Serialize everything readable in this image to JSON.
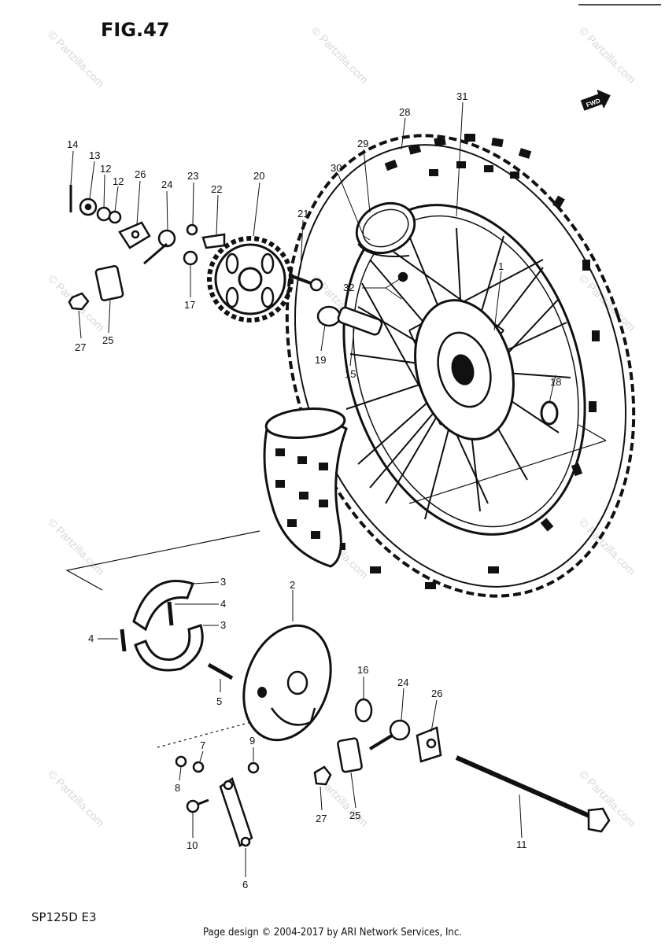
{
  "figure": {
    "title": "FIG.47",
    "model_code": "SP125D  E3",
    "copyright": "Page design © 2004-2017 by ARI Network Services, Inc.",
    "watermark": "© Partzilla.com",
    "fwd_label": "FWD"
  },
  "callouts": [
    "14",
    "13",
    "12",
    "12",
    "26",
    "24",
    "23",
    "22",
    "20",
    "21",
    "27",
    "25",
    "17",
    "32",
    "19",
    "15",
    "28",
    "29",
    "30",
    "31",
    "1",
    "18",
    "2",
    "3",
    "4",
    "3",
    "4",
    "5",
    "16",
    "24",
    "26",
    "7",
    "8",
    "9",
    "27",
    "25",
    "10",
    "6",
    "11"
  ]
}
